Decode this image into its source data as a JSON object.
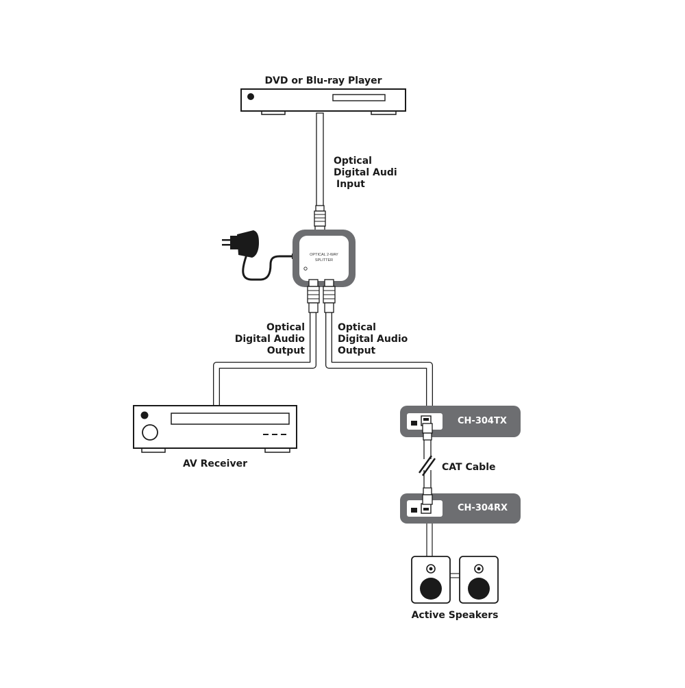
{
  "source": {
    "title": "DVD or Blu-ray Player"
  },
  "input_cable": {
    "line1": "Optical",
    "line2": "Digital Audi",
    "line3": "Input"
  },
  "splitter": {
    "label_line1": "OPTICAL 2-WAY",
    "label_line2": "SPLITTER"
  },
  "output_left": {
    "line1": "Optical",
    "line2": "Digital Audio",
    "line3": "Output"
  },
  "output_right": {
    "line1": "Optical",
    "line2": "Digital Audio",
    "line3": "Output"
  },
  "receiver": {
    "title": "AV Receiver"
  },
  "transmitter": {
    "model": "CH-304TX"
  },
  "cat_cable": {
    "label": "CAT Cable"
  },
  "receiver_unit": {
    "model": "CH-304RX"
  },
  "speakers": {
    "title": "Active Speakers"
  },
  "colors": {
    "device_fill": "#ffffff",
    "stroke": "#1a1a1a",
    "module_gray": "#6d6e71",
    "cable_gray": "#b3b3b3"
  }
}
